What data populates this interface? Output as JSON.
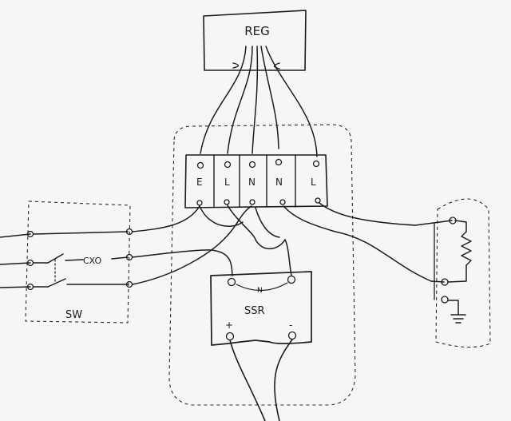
{
  "diagram": {
    "regulator": {
      "label": "REG"
    },
    "terminal_block": {
      "terminals": [
        {
          "label": "E"
        },
        {
          "label": "L"
        },
        {
          "label": "N"
        },
        {
          "label": "N"
        },
        {
          "label": "L"
        }
      ]
    },
    "ssr": {
      "label": "SSR",
      "ac_terminal_label": "N",
      "plus_label": "+",
      "minus_label": "-"
    },
    "switch": {
      "label": "SW",
      "inline_mark": "CXO"
    },
    "colors": {
      "ink": "#1c1c1c",
      "paper": "#f6f6f4"
    }
  }
}
